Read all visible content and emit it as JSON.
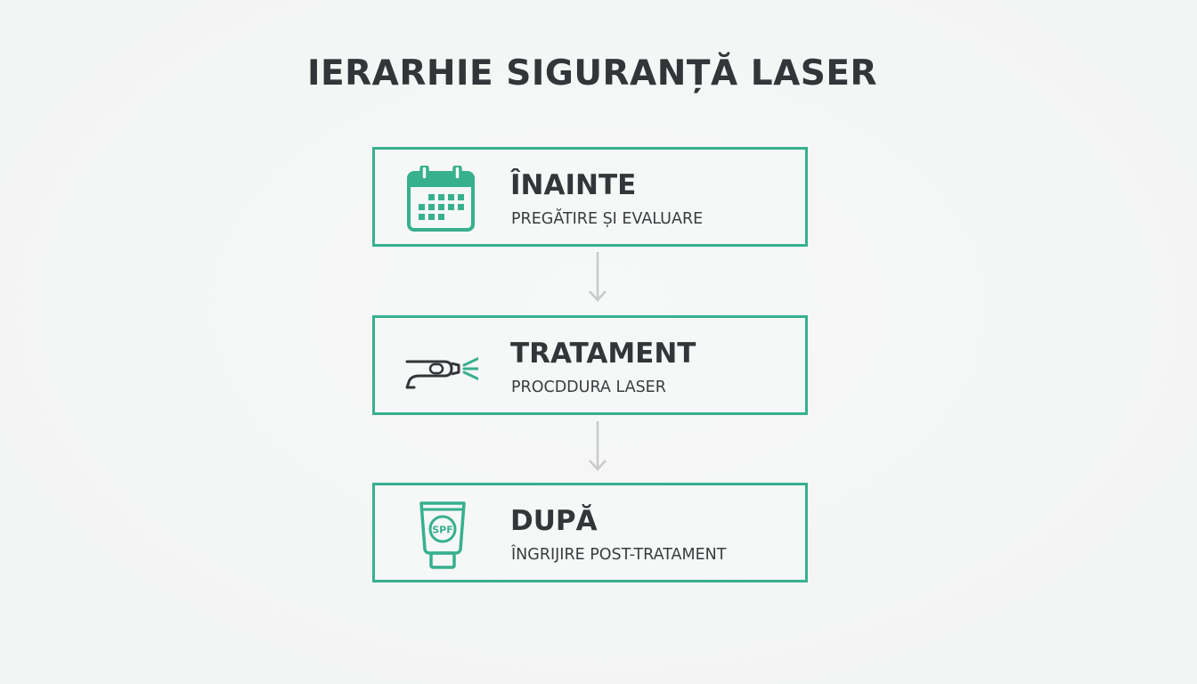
{
  "title": "IERARHIE SIGURANȚĂ LASER",
  "colors": {
    "accent": "#37b08e",
    "text": "#333538",
    "connector": "#c8cacb"
  },
  "steps": [
    {
      "label": "ÎNAINTE",
      "sublabel": "PREGĂTIRE ȘI EVALUARE",
      "icon": "calendar-icon"
    },
    {
      "label": "TRATAMENT",
      "sublabel": "PROCDDURA LASER",
      "icon": "laser-device-icon"
    },
    {
      "label": "DUPĂ",
      "sublabel": "ÎNGRIJIRE POST-TRATAMENT",
      "icon": "sunscreen-tube-icon",
      "icon_text": "SPF"
    }
  ]
}
